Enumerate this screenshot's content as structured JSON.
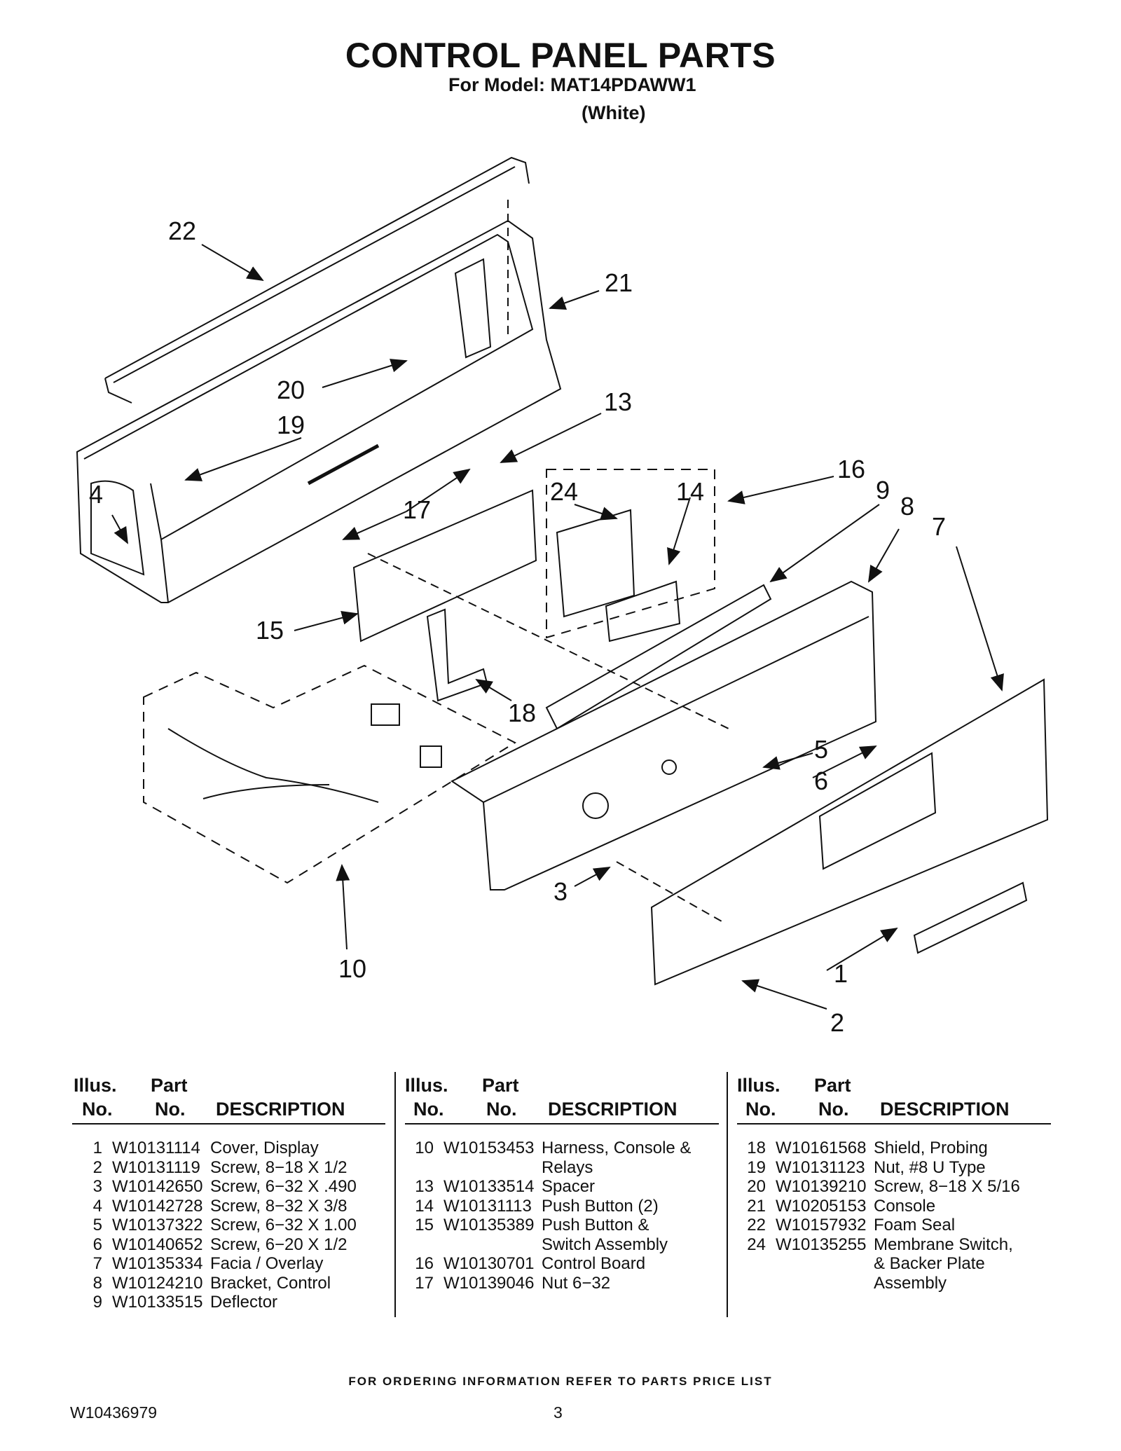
{
  "header": {
    "title": "CONTROL PANEL PARTS",
    "subtitle": "For Model: MAT14PDAWW1",
    "variant": "(White)"
  },
  "diagram": {
    "callouts": [
      "1",
      "2",
      "3",
      "4",
      "5",
      "6",
      "7",
      "8",
      "9",
      "10",
      "13",
      "14",
      "15",
      "16",
      "17",
      "18",
      "19",
      "20",
      "21",
      "22",
      "24"
    ]
  },
  "table": {
    "headers": {
      "illus_top": "Illus.",
      "illus_bottom": "No.",
      "part_top": "Part",
      "part_bottom": "No.",
      "description": "DESCRIPTION"
    },
    "columns": [
      [
        {
          "no": "1",
          "part": "W10131114",
          "desc": "Cover, Display"
        },
        {
          "no": "2",
          "part": "W10131119",
          "desc": "Screw, 8−18 X 1/2"
        },
        {
          "no": "3",
          "part": "W10142650",
          "desc": "Screw, 6−32 X .490"
        },
        {
          "no": "4",
          "part": "W10142728",
          "desc": "Screw, 8−32 X 3/8"
        },
        {
          "no": "5",
          "part": "W10137322",
          "desc": "Screw, 6−32 X 1.00"
        },
        {
          "no": "6",
          "part": "W10140652",
          "desc": "Screw, 6−20 X 1/2"
        },
        {
          "no": "7",
          "part": "W10135334",
          "desc": "Facia / Overlay"
        },
        {
          "no": "8",
          "part": "W10124210",
          "desc": "Bracket, Control"
        },
        {
          "no": "9",
          "part": "W10133515",
          "desc": "Deflector"
        }
      ],
      [
        {
          "no": "10",
          "part": "W10153453",
          "desc": "Harness, Console &"
        },
        {
          "no": "",
          "part": "",
          "desc": "Relays"
        },
        {
          "no": "13",
          "part": "W10133514",
          "desc": "Spacer"
        },
        {
          "no": "14",
          "part": "W10131113",
          "desc": "Push Button (2)"
        },
        {
          "no": "15",
          "part": "W10135389",
          "desc": "Push Button &"
        },
        {
          "no": "",
          "part": "",
          "desc": "Switch Assembly"
        },
        {
          "no": "16",
          "part": "W10130701",
          "desc": "Control Board"
        },
        {
          "no": "17",
          "part": "W10139046",
          "desc": "Nut 6−32"
        }
      ],
      [
        {
          "no": "18",
          "part": "W10161568",
          "desc": "Shield, Probing"
        },
        {
          "no": "19",
          "part": "W10131123",
          "desc": "Nut, #8 U Type"
        },
        {
          "no": "20",
          "part": "W10139210",
          "desc": "Screw, 8−18 X 5/16"
        },
        {
          "no": "21",
          "part": "W10205153",
          "desc": "Console"
        },
        {
          "no": "22",
          "part": "W10157932",
          "desc": "Foam Seal"
        },
        {
          "no": "24",
          "part": "W10135255",
          "desc": "Membrane Switch,"
        },
        {
          "no": "",
          "part": "",
          "desc": "& Backer Plate"
        },
        {
          "no": "",
          "part": "",
          "desc": "Assembly"
        }
      ]
    ]
  },
  "footer": {
    "ordering_note": "FOR ORDERING INFORMATION REFER TO PARTS PRICE LIST",
    "document_number": "W10436979",
    "page_number": "3"
  }
}
